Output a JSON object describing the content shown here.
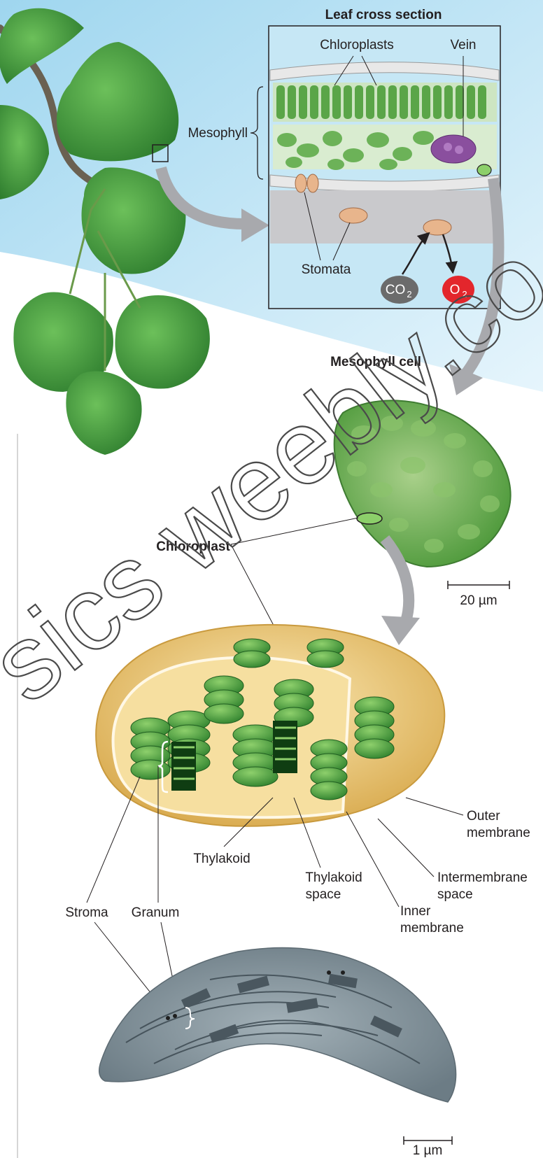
{
  "leaf_section": {
    "title": "Leaf cross section",
    "chloroplasts_label": "Chloroplasts",
    "vein_label": "Vein",
    "mesophyll_label": "Mesophyll",
    "stomata_label": "Stomata",
    "co2_label": "CO",
    "co2_sub": "2",
    "o2_label": "O",
    "o2_sub": "2"
  },
  "mesophyll_cell": {
    "title": "Mesophyll cell",
    "scale_label": "20 µm"
  },
  "chloroplast": {
    "title": "Chloroplast",
    "outer_membrane": [
      "Outer",
      "membrane"
    ],
    "intermembrane_space": [
      "Intermembrane",
      "space"
    ],
    "thylakoid": "Thylakoid",
    "thylakoid_space": [
      "Thylakoid",
      "space"
    ],
    "inner_membrane": [
      "Inner",
      "membrane"
    ],
    "stroma": "Stroma",
    "granum": "Granum"
  },
  "micrograph": {
    "scale_label": "1 µm"
  },
  "watermark": "sics weebly.co",
  "colors": {
    "sky": "#bfe3f4",
    "leaf": "#3f9a3a",
    "co2": "#6b6b6b",
    "o2": "#e3262c",
    "vein": "#8a4f9e",
    "arrow": "#a8a9ad",
    "chloroplast_envelope": "#e9c97a",
    "thylakoid": "#3d9c3a",
    "micrograph": "#8a9aa3"
  }
}
